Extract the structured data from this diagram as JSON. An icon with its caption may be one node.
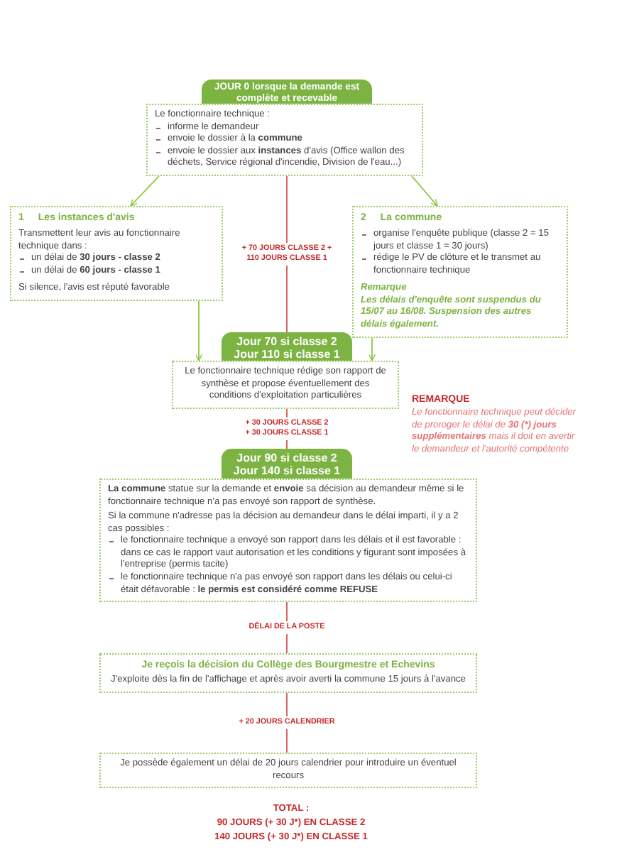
{
  "diagram": {
    "nodes": [
      {
        "text": [
          "**JOUR 0** lorsque la demande est complète et recevable"
        ]
      },
      {
        "text": [
          "Le fonctionnaire technique :",
          "informe le demandeur",
          "envoie le dossier à la **commune**",
          "envoie le dossier aux **instances** d'avis (Office wallon des déchets, Service régional d'incendie, Division de l'eau...)"
        ]
      },
      {
        "text": [
          "1",
          "Les instances d'avis",
          "Transmettent leur avis au fonctionnaire technique dans :",
          "un délai de **30 jours - classe 2**",
          "un délai de **60 jours - classe 1**",
          "Si silence, l'avis est réputé favorable"
        ]
      },
      {
        "text": [
          "2",
          "La commune",
          "organise l'enquête publique (classe 2 = 15 jours et classe 1 = 30 jours)",
          "rédige le PV de clôture et le transmet au fonctionnaire technique",
          "Remarque",
          "Les délais d'enquête sont suspendus du 15/07 au 16/08. Suspension des autres délais également."
        ]
      },
      {
        "text": [
          "Jour 70 si classe 2 Jour 110 si classe 1"
        ]
      },
      {
        "text": [
          "Le fonctionnaire technique rédige son rapport de synthèse et propose éventuellement des conditions d'exploitation particulières"
        ]
      },
      {
        "text": [
          "Jour 90 si classe 2 Jour 140 si classe 1"
        ]
      },
      {
        "text": [
          "**La commune** statue sur la demande et **envoie** sa décision au demandeur même si le fonctionnaire technique n'a pas envoyé son rapport de synthèse.",
          "Si la commune n'adresse pas la décision au demandeur dans le délai imparti, il y a 2 cas possibles :",
          "le fonctionnaire technique a envoyé son rapport dans les délais et il est favorable : dans ce cas le rapport vaut autorisation et les conditions y figurant sont imposées à l'entreprise (permis tacite)",
          "le fonctionnaire technique n'a pas envoyé son rapport dans les délais ou celui-ci était défavorable : **le permis est considéré comme REFUSE**"
        ]
      },
      {
        "text": [
          "Je reçois la décision du Collège des Bourgmestre et Echevins",
          "J'exploite dès la fin de l'affichage et après avoir averti la commune 15 jours à l'avance"
        ]
      },
      {
        "text": [
          "Je possède également un délai de 20 jours calendrier pour introduire un éventuel recours"
        ]
      }
    ],
    "edges": [
      {
        "from": 1,
        "to": 2,
        "arrow": "to",
        "color": "#8cc63f"
      },
      {
        "from": 1,
        "to": 3,
        "arrow": "to",
        "color": "#8cc63f"
      },
      {
        "from": 1,
        "to": 4,
        "arrow": "none",
        "label": "+ 70 JOURS CLASSE 2 + 110 JOURS CLASSE 1",
        "color": "#d9534f"
      },
      {
        "from": 2,
        "to": 5,
        "arrow": "to",
        "color": "#8cc63f"
      },
      {
        "from": 3,
        "to": 5,
        "arrow": "to",
        "color": "#8cc63f"
      },
      {
        "from": 5,
        "to": 6,
        "arrow": "none",
        "label": "+ 30 JOURS CLASSE 2 + 30 JOURS CLASSE 1",
        "color": "#d9534f"
      },
      {
        "from": 7,
        "to": 8,
        "arrow": "none",
        "label": "DÉLAI DE LA POSTE",
        "color": "#d9534f"
      },
      {
        "from": 8,
        "to": 9,
        "arrow": "none",
        "label": "+ 20 JOURS CALENDRIER",
        "color": "#d9534f"
      }
    ],
    "labels": [
      "REMARQUE",
      "Le fonctionnaire technique peut décider de proroger le délai de **30 (*) jours supplémentaires** mais il doit en avertir le demandeur et l'autorité compétente",
      "TOTAL :",
      "90 JOURS (+ 30 J*) EN CLASSE 2",
      "140 JOURS (+ 30 J*) EN CLASSE 1"
    ]
  }
}
